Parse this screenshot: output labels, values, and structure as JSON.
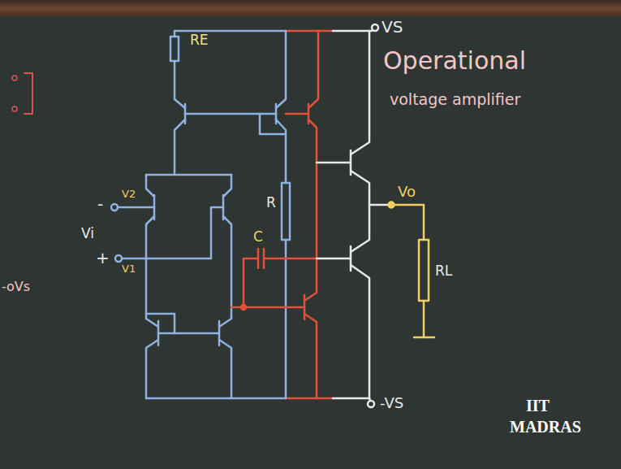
{
  "diagram": {
    "labels": [
      "VS",
      "Operational",
      "voltage amplifier",
      "RE",
      "R",
      "C",
      "Vo",
      "RL",
      "-VS",
      "-",
      "V2",
      "Vi",
      "+",
      "V1",
      "-oVs",
      "IIT",
      "MADRAS"
    ]
  }
}
